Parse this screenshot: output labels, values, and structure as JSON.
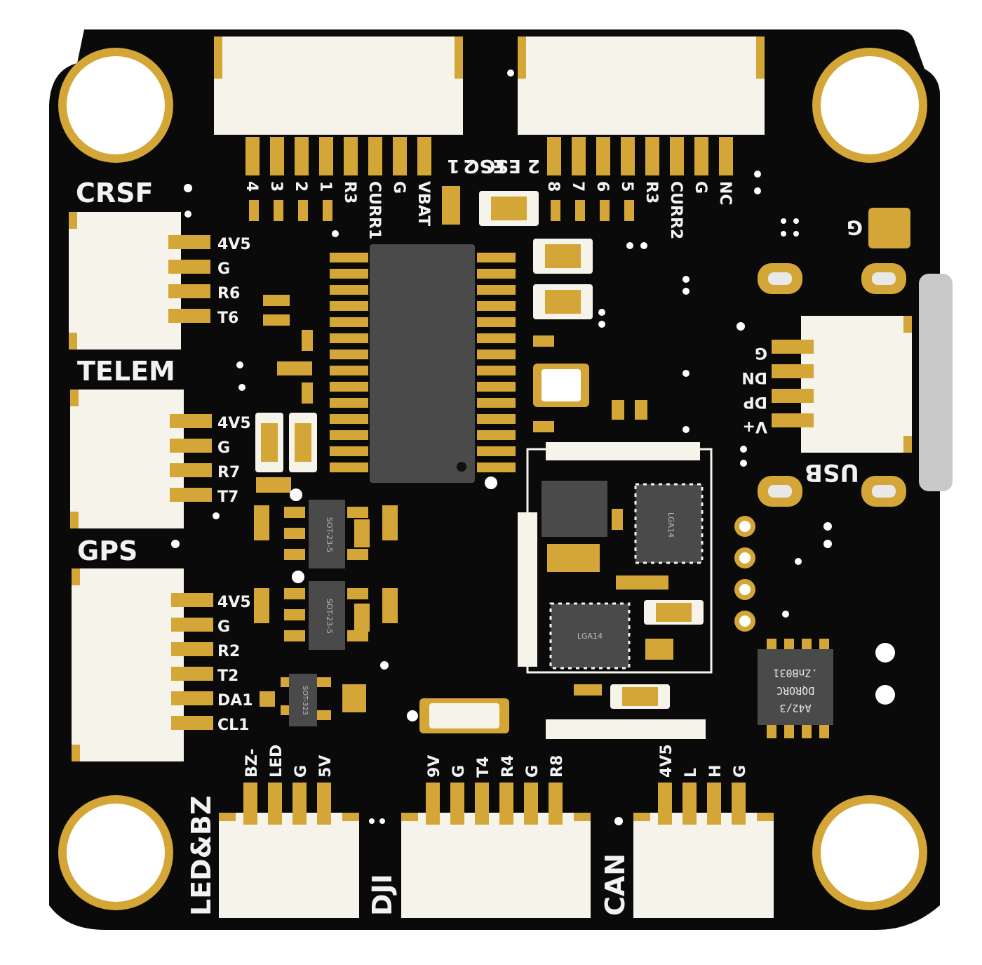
{
  "colors": {
    "board": "#0a0a0a",
    "gold": "#d4a637",
    "connector": "#f6f3ea",
    "silkscreen": "#f2f2f2",
    "chip": "#4a4a4a",
    "usb_metal": "#c9c9c9"
  },
  "headers": {
    "crsf": "CRSF",
    "telem": "TELEM",
    "gps": "GPS",
    "usb": "USB",
    "led_bz": "LED&BZ",
    "dji": "DJI",
    "can": "CAN",
    "esc1": "ESC 1",
    "esc2": "2 ESC 2"
  },
  "pins": {
    "crsf": [
      "4V5",
      "G",
      "R6",
      "T6"
    ],
    "telem": [
      "4V5",
      "G",
      "R7",
      "T7"
    ],
    "gps": [
      "4V5",
      "G",
      "R2",
      "T2",
      "DA1",
      "CL1"
    ],
    "usb": [
      "G",
      "DN",
      "DP",
      "V+"
    ],
    "led_bz": [
      "BZ-",
      "LED",
      "G",
      "5V"
    ],
    "dji": [
      "9V",
      "G",
      "T4",
      "R4",
      "G",
      "R8"
    ],
    "can": [
      "4V5",
      "L",
      "H",
      "G"
    ],
    "esc1": [
      "4",
      "3",
      "2",
      "1",
      "R3",
      "CURR1",
      "G",
      "VBAT"
    ],
    "esc2": [
      "8",
      "7",
      "6",
      "5",
      "R3",
      "CURR2",
      "G",
      "NC"
    ]
  },
  "chips": {
    "imu1": "LGA14",
    "imu2": "LGA14",
    "sot1": "SOT-23-5",
    "sot2": "SOT-23-5",
    "sot3": "SOT-323",
    "baro_line1": "A42/3",
    "baro_line2": "DQRORC",
    "baro_line3": ".ZnB031"
  },
  "misc": {
    "g_mark": "G"
  }
}
